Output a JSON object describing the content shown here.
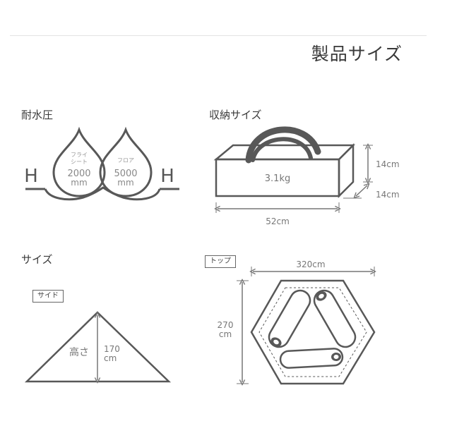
{
  "page": {
    "title": "製品サイズ"
  },
  "water": {
    "label": "耐水圧",
    "h_letter": "H",
    "fly": {
      "line1": "フライ",
      "line2": "シート",
      "value": "2000",
      "unit": "mm"
    },
    "floor": {
      "line1": "フロア",
      "value": "5000",
      "unit": "mm"
    }
  },
  "storage": {
    "label": "収納サイズ",
    "weight": "3.1kg",
    "height": "14cm",
    "depth": "14cm",
    "width": "52cm"
  },
  "size": {
    "label": "サイズ",
    "side_tag": "サイド",
    "height_label": "高さ",
    "height_value": "170",
    "height_unit": "cm"
  },
  "top": {
    "tag": "トップ",
    "width": "320cm",
    "depth_value": "270",
    "depth_unit": "cm"
  },
  "colors": {
    "line": "#585858",
    "text": "#333333",
    "rule": "#e3e3e3"
  }
}
